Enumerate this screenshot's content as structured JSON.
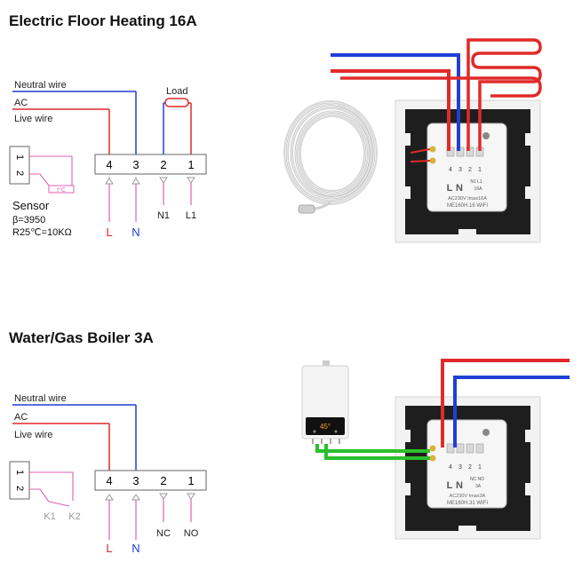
{
  "sections": [
    {
      "title": "Electric Floor Heating 16A",
      "wires": [
        "Neutral wire",
        "AC",
        "Live wire"
      ],
      "load_label": "Load",
      "terminals": [
        "4",
        "3",
        "2",
        "1"
      ],
      "bottom": [
        "L",
        "N",
        "N1",
        "L1"
      ],
      "sensor_pins": [
        "1",
        "2"
      ],
      "sensor_box": "t°C",
      "sensor_title": "Sensor",
      "sensor_spec1": "β=3950",
      "sensor_spec2": "R25℃=10KΩ",
      "device": {
        "terminals": [
          "4",
          "3",
          "2",
          "1"
        ],
        "letters": [
          "L",
          "N"
        ],
        "small": [
          "N1 L1",
          "16A"
        ],
        "rating": "AC230V Imax16A",
        "model": "ME160H.16 WIFI"
      }
    },
    {
      "title": "Water/Gas Boiler 3A",
      "wires": [
        "Neutral wire",
        "AC",
        "Live wire"
      ],
      "terminals": [
        "4",
        "3",
        "2",
        "1"
      ],
      "bottom": [
        "L",
        "N",
        "NC",
        "NO"
      ],
      "sensor_pins": [
        "1",
        "2"
      ],
      "relay": [
        "K1",
        "K2"
      ],
      "boiler_display": "45°",
      "device": {
        "terminals": [
          "4",
          "3",
          "2",
          "1"
        ],
        "letters": [
          "L",
          "N"
        ],
        "small": [
          "NC NO",
          "3A"
        ],
        "rating": "AC230V Imax3A",
        "model": "ME160H.31 WIFI"
      }
    }
  ],
  "colors": {
    "red": "#e02a2a",
    "blue": "#1f3fd6",
    "pink": "#e060b0",
    "green": "#2bbf2b",
    "frame": "#f2f2f2",
    "plate": "#1e1e1e"
  }
}
